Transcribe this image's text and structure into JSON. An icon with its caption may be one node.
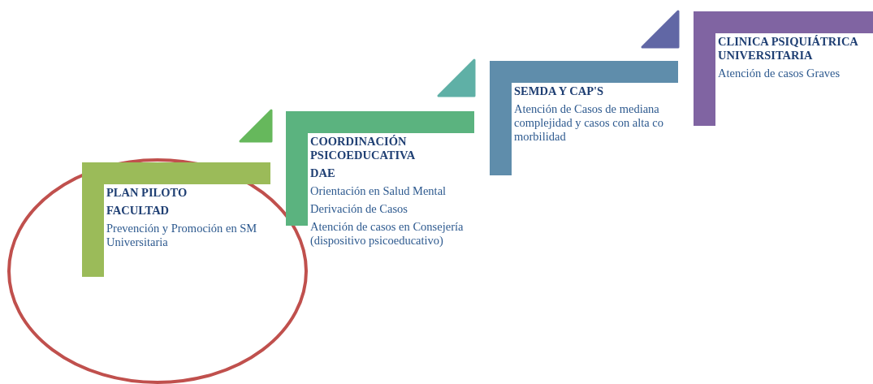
{
  "diagram": {
    "nodes": [
      {
        "text": [
          "PLAN PILOTO",
          "FACULTAD",
          "Prevención y Promoción en SM Universitaria"
        ]
      },
      {
        "text": [
          "COORDINACIÓN PSICOEDUCATIVA",
          "DAE",
          "Orientación en Salud Mental",
          "Derivación de Casos",
          "Atención de casos en Consejería (dispositivo psicoeducativo)"
        ]
      },
      {
        "text": [
          "SEMDA Y CAP'S",
          "Atención de Casos de mediana complejidad y casos con alta co morbilidad"
        ]
      },
      {
        "text": [
          "CLINICA PSIQUIÁTRICA UNIVERSITARIA",
          "Atención de casos Graves"
        ]
      }
    ]
  }
}
